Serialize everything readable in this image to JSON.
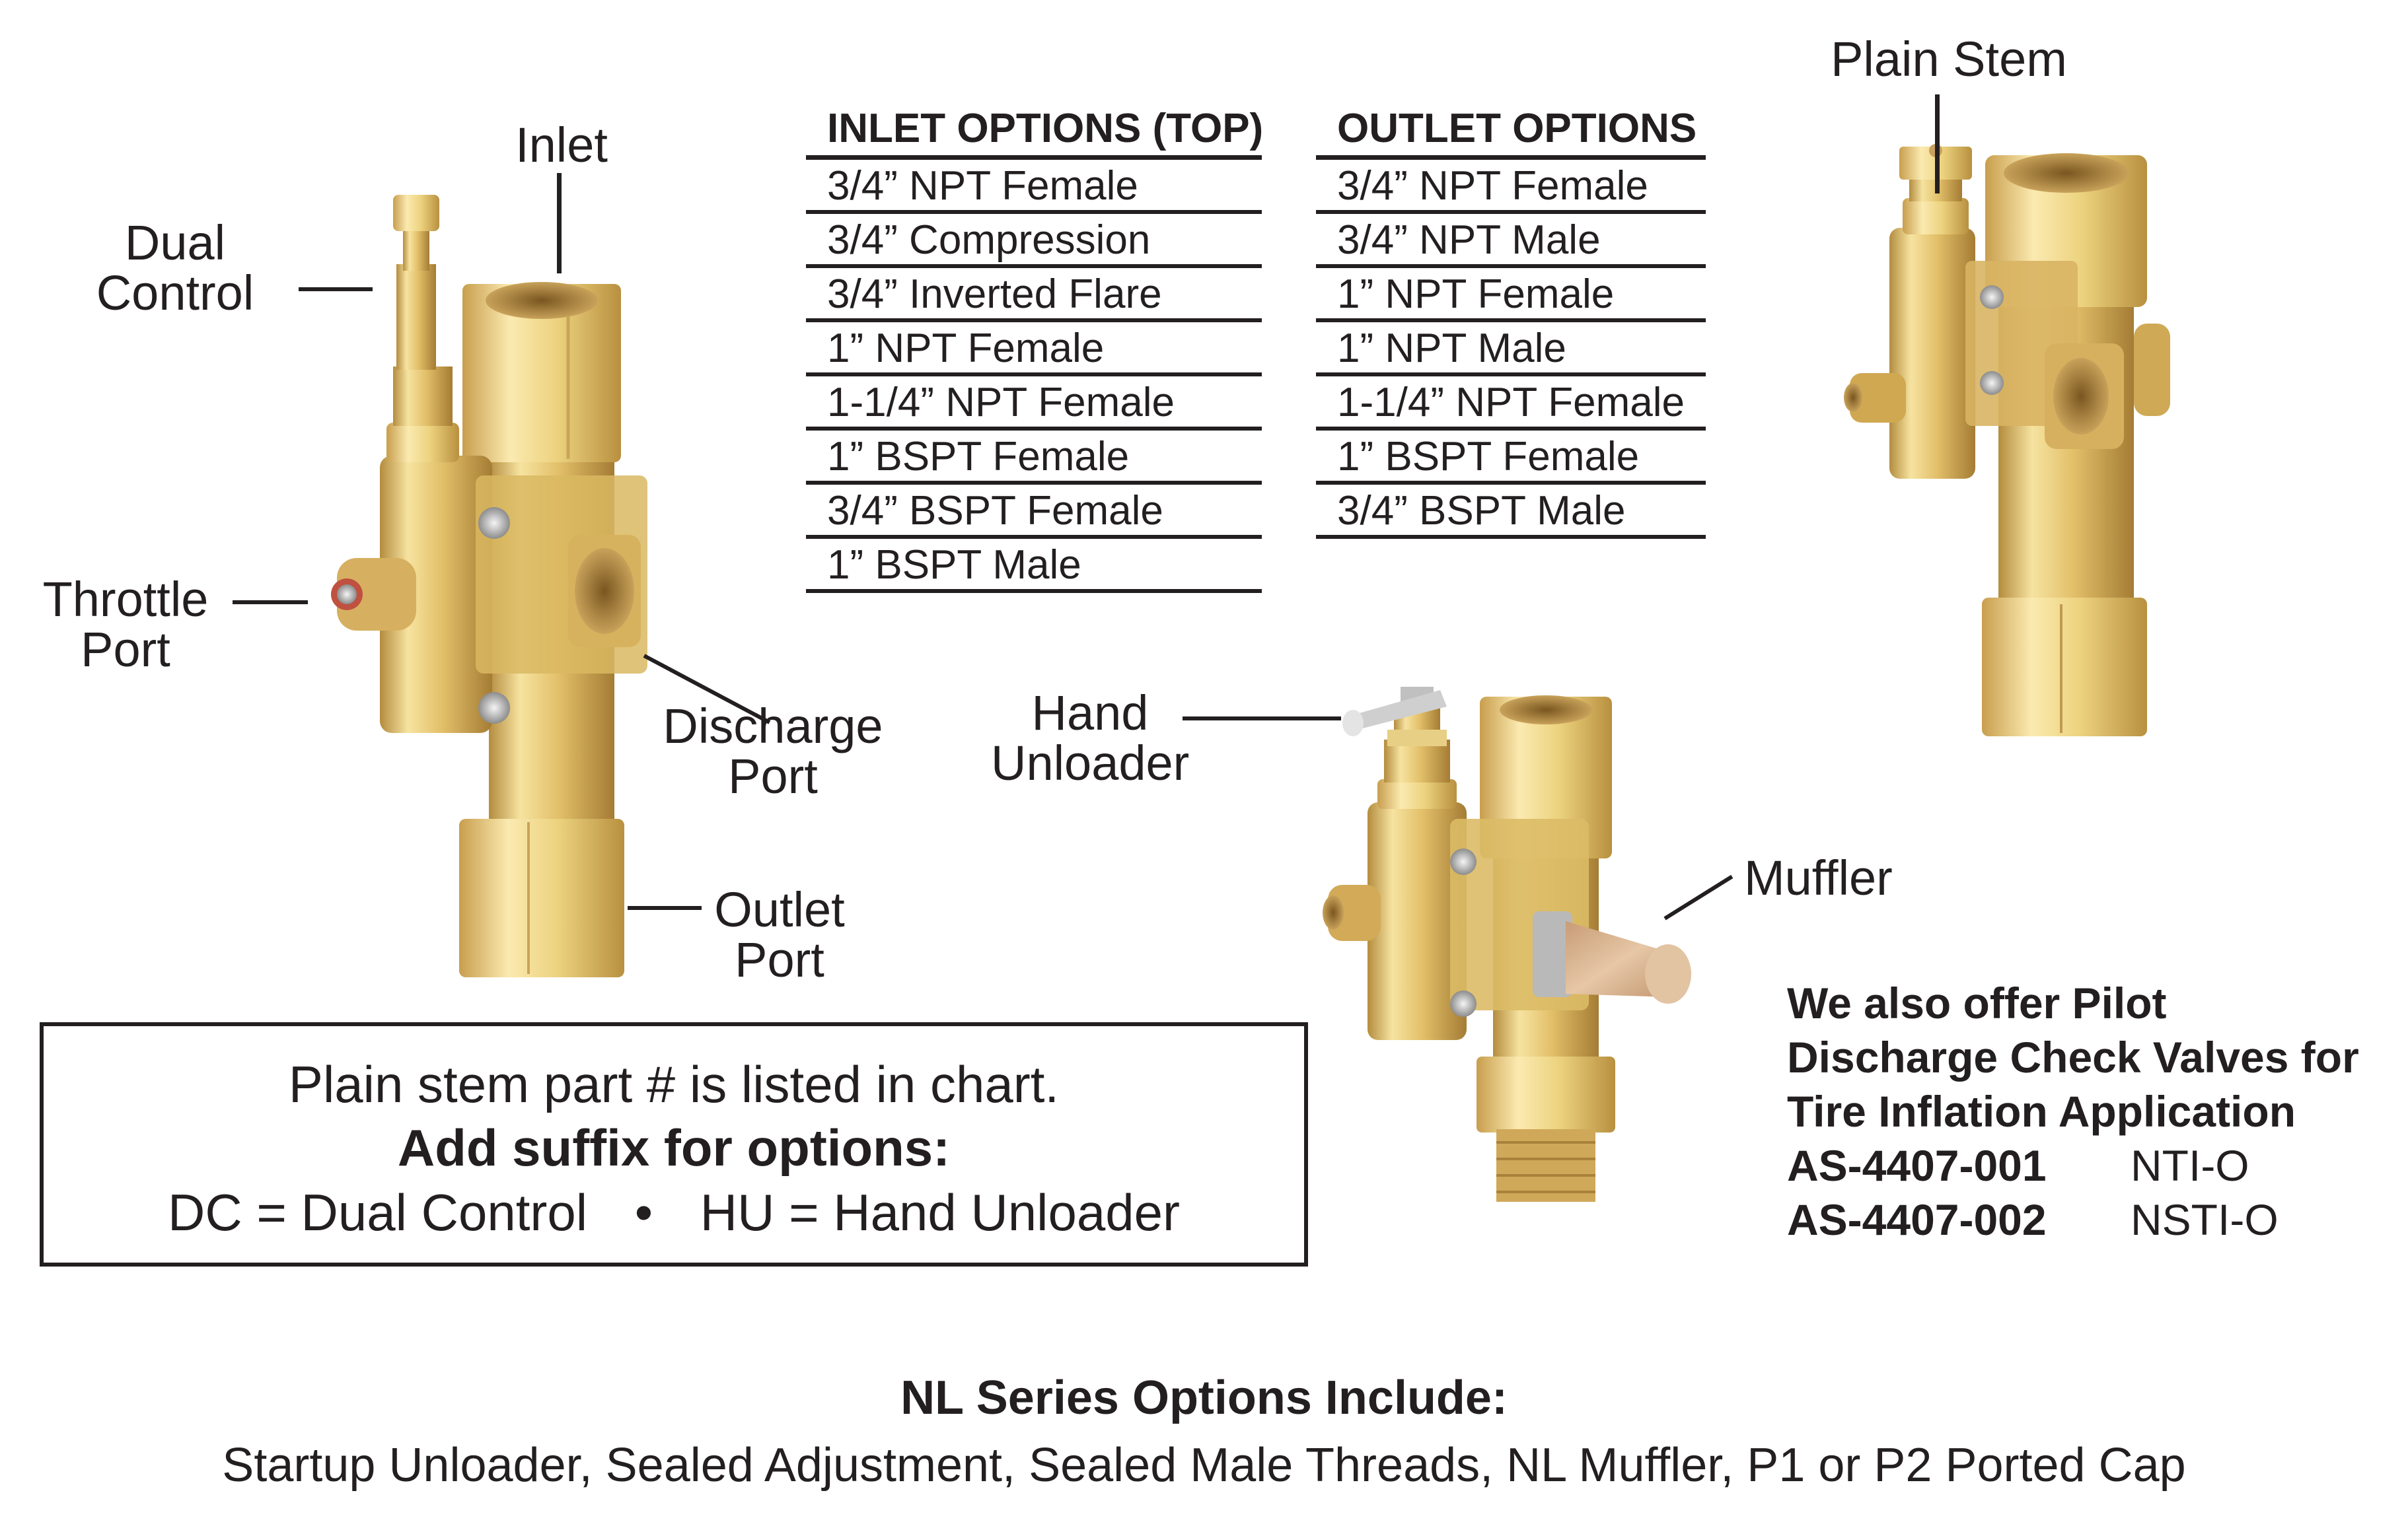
{
  "inlet_options": {
    "title": "INLET OPTIONS (TOP)",
    "items": [
      "3/4” NPT Female",
      "3/4” Compression",
      "3/4” Inverted Flare",
      "1” NPT Female",
      "1-1/4” NPT Female",
      "1” BSPT Female",
      "3/4” BSPT Female",
      "1” BSPT Male"
    ]
  },
  "outlet_options": {
    "title": "OUTLET OPTIONS",
    "items": [
      "3/4” NPT Female",
      "3/4” NPT Male",
      "1” NPT Female",
      "1” NPT Male",
      "1-1/4” NPT Female",
      "1” BSPT Female",
      "3/4” BSPT Male"
    ]
  },
  "valve_left": {
    "labels": {
      "inlet": "Inlet",
      "dual_control_1": "Dual",
      "dual_control_2": "Control",
      "throttle_port_1": "Throttle",
      "throttle_port_2": "Port",
      "discharge_port_1": "Discharge",
      "discharge_port_2": "Port",
      "outlet_port_1": "Outlet",
      "outlet_port_2": "Port"
    }
  },
  "valve_middle": {
    "labels": {
      "hand_unloader_1": "Hand",
      "hand_unloader_2": "Unloader",
      "muffler": "Muffler"
    }
  },
  "valve_right": {
    "labels": {
      "plain_stem": "Plain Stem"
    }
  },
  "suffix_box": {
    "line1": "Plain stem part # is listed in chart.",
    "line2": "Add suffix for options:",
    "dc": "DC = Dual Control",
    "bullet": "•",
    "hu": "HU = Hand Unloader"
  },
  "pilot_offer": {
    "heading_lines": [
      "We also offer Pilot",
      "Discharge Check Valves for",
      "Tire Inflation Application"
    ],
    "parts": [
      {
        "part_number": "AS-4407-001",
        "model": "NTI-O"
      },
      {
        "part_number": "AS-4407-002",
        "model": "NSTI-O"
      }
    ]
  },
  "footer": {
    "title": "NL Series Options Include:",
    "options": "Startup Unloader, Sealed Adjustment, Sealed Male Threads, NL Muffler, P1 or P2 Ported Cap"
  },
  "colors": {
    "text": "#231f20",
    "brass_light": "#f3dc93",
    "brass_mid": "#dcb65a",
    "brass_dark": "#a8823a",
    "muffler": "#d9b48f"
  }
}
